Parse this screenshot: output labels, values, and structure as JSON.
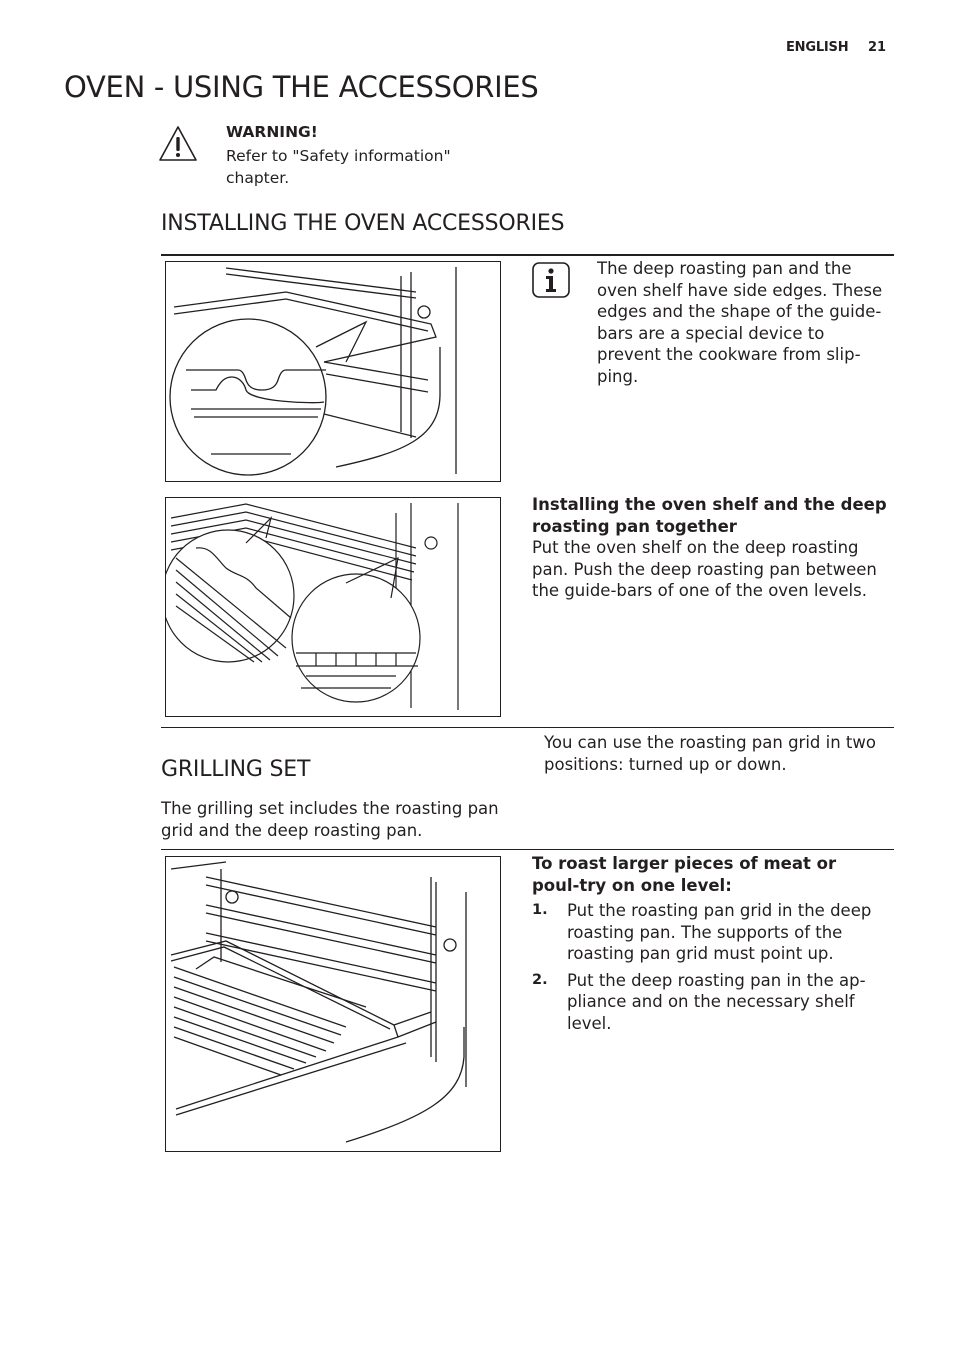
{
  "header": {
    "language": "ENGLISH",
    "page_number": "21"
  },
  "title": "OVEN - USING THE ACCESSORIES",
  "warning": {
    "title": "WARNING!",
    "text": "Refer to \"Safety information\" chapter."
  },
  "installing": {
    "heading": "INSTALLING THE OVEN ACCESSORIES",
    "info_text": "The deep roasting pan and the oven shelf have side edges. These edges and the shape of the guide-bars are a special device to prevent the cookware from slip-ping.",
    "together_title": "Installing the oven shelf and the deep roasting pan together",
    "together_text": "Put the oven shelf on the deep roasting pan. Push the deep roasting pan between the guide-bars of one of the oven levels."
  },
  "grilling": {
    "heading": "GRILLING SET",
    "description": "The grilling set includes the roasting pan grid and the deep roasting pan.",
    "positions_text": "You can use the roasting pan grid in two positions: turned up or down.",
    "roast_title": "To roast larger pieces of meat or poul-try on one level:",
    "steps": [
      {
        "num": "1.",
        "text": "Put the roasting pan grid in the deep roasting pan. The supports of the roasting pan grid must point up."
      },
      {
        "num": "2.",
        "text": "Put the deep roasting pan in the ap-pliance and on the necessary shelf level."
      }
    ]
  },
  "icons": {
    "warning": "warning-triangle-icon",
    "info": "info-icon"
  },
  "colors": {
    "text": "#231f20",
    "background": "#ffffff"
  }
}
